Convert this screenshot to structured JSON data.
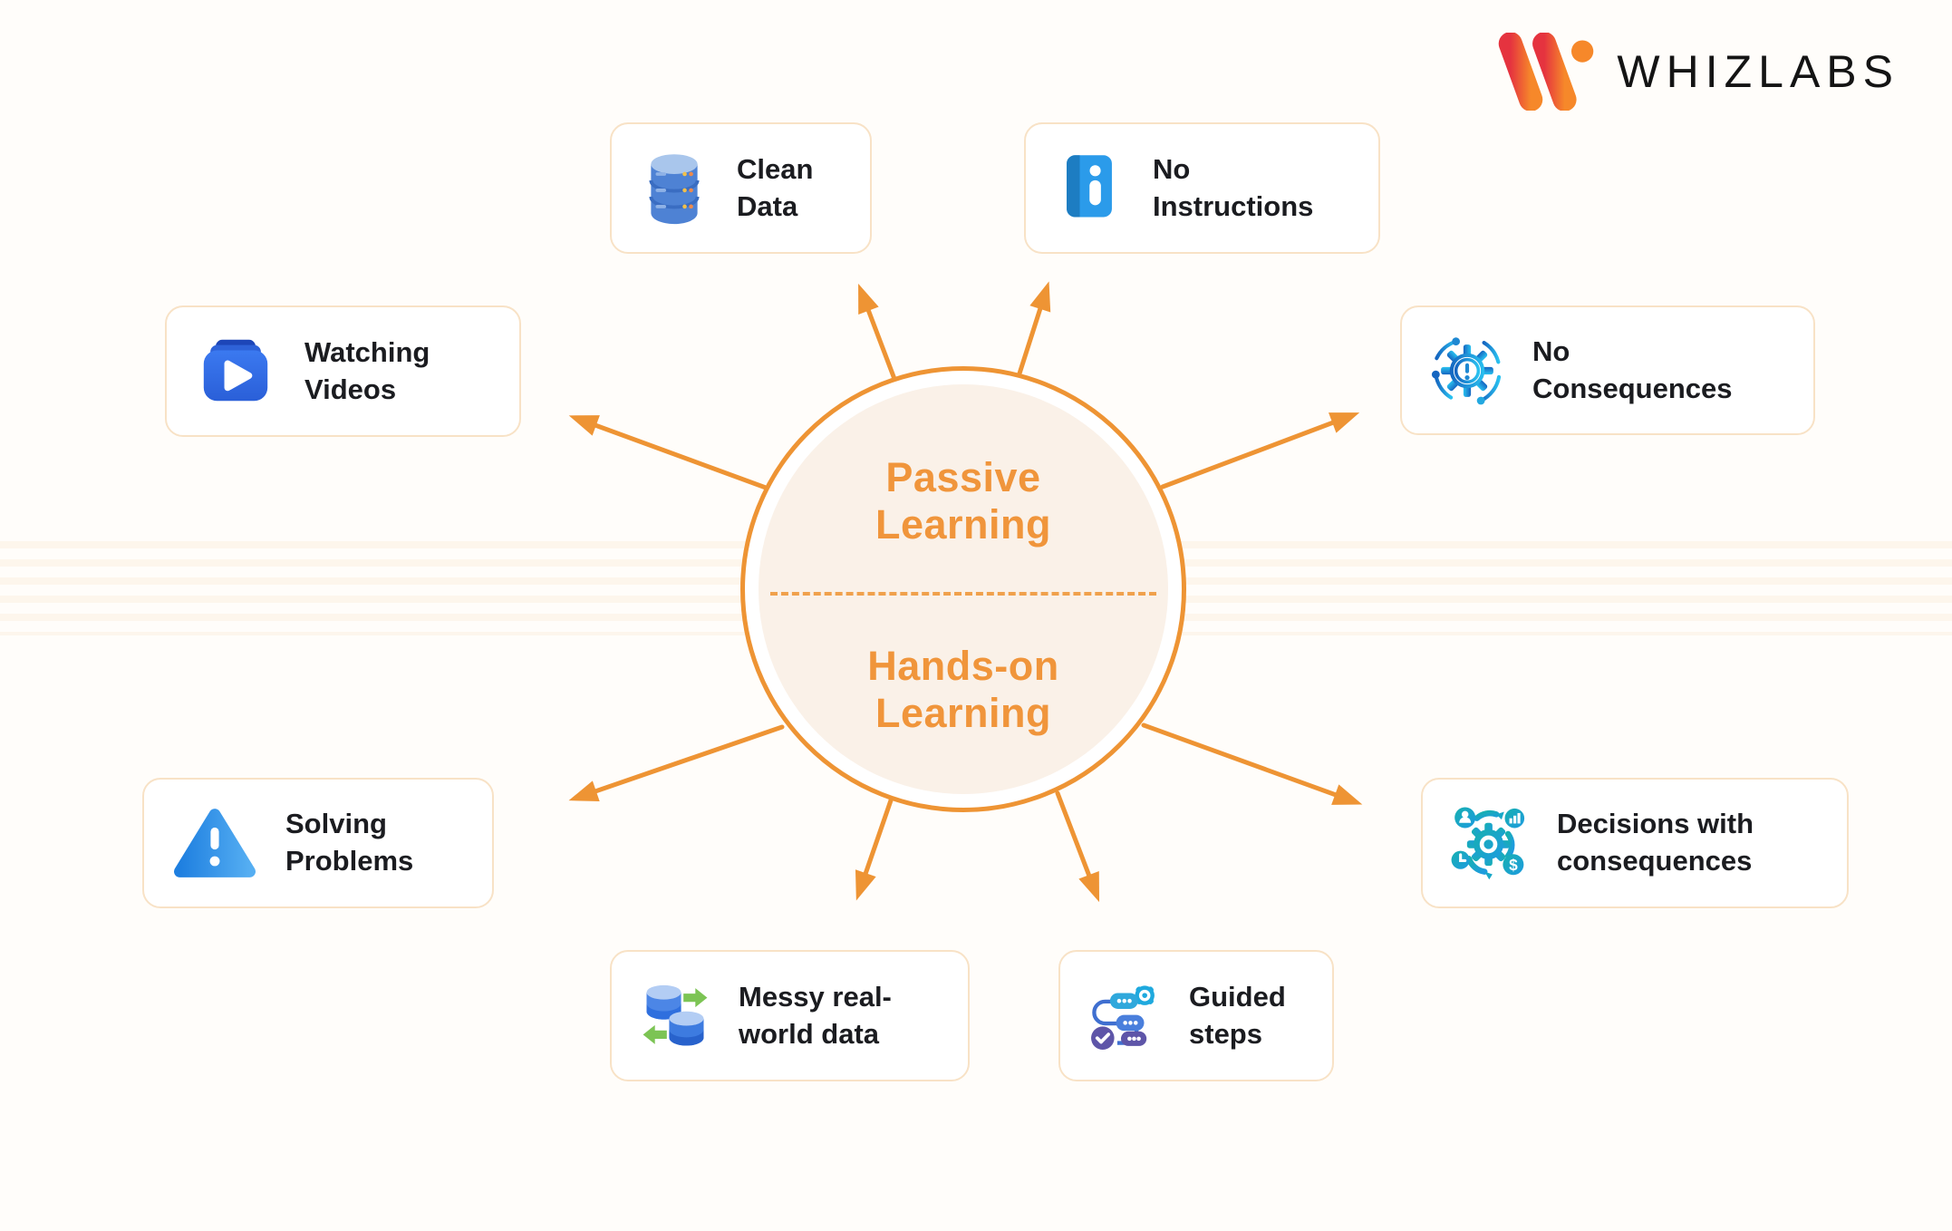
{
  "brand": {
    "name": "WHIZLABS"
  },
  "center": {
    "top_label": "Passive\nLearning",
    "bottom_label": "Hands-on\nLearning"
  },
  "nodes": {
    "clean_data": {
      "label": "Clean\nData",
      "icon": "database-icon"
    },
    "no_instructions": {
      "label": "No\nInstructions",
      "icon": "info-book-icon"
    },
    "no_consequences": {
      "label": "No\nConsequences",
      "icon": "alert-gear-icon"
    },
    "watching_videos": {
      "label": "Watching\nVideos",
      "icon": "video-player-icon"
    },
    "solving_problems": {
      "label": "Solving\nProblems",
      "icon": "warning-triangle-icon"
    },
    "messy_data": {
      "label": "Messy real-\nworld data",
      "icon": "data-transfer-icon"
    },
    "guided_steps": {
      "label": "Guided\nsteps",
      "icon": "workflow-icon"
    },
    "decisions": {
      "label": "Decisions with\nconsequences",
      "icon": "decision-gears-icon"
    }
  },
  "colors": {
    "accent_orange": "#EE9434",
    "center_text": "#F0953B",
    "box_border": "#F8E2C6",
    "label_text": "#1B1C20",
    "inner_circle_fill": "#FAF1E8",
    "logo_gradient_start": "#E5333F",
    "logo_gradient_end": "#F6882A"
  }
}
